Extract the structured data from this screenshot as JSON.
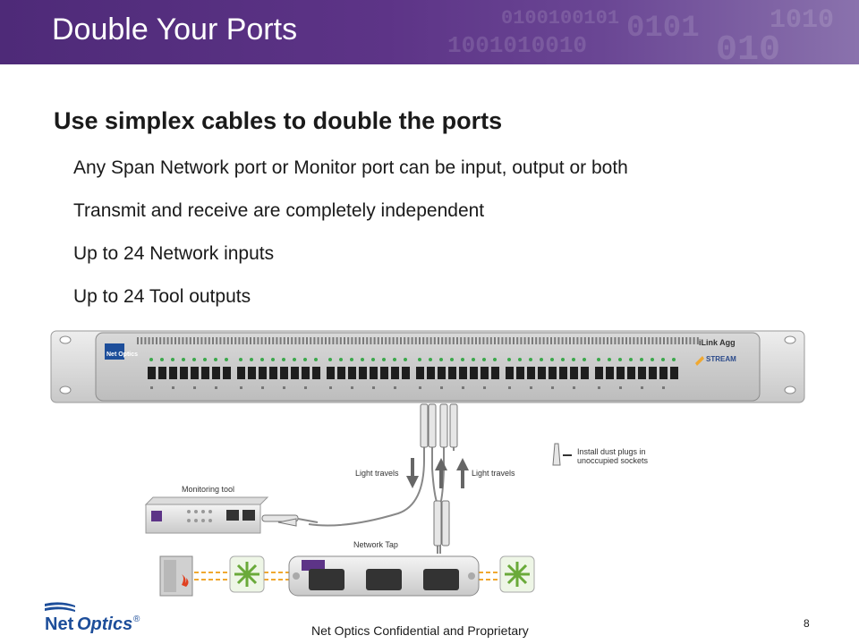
{
  "slide": {
    "title": "Double Your Ports",
    "heading": "Use simplex cables to double the ports",
    "bullets": [
      "Any Span Network port or Monitor port can be input, output or both",
      "Transmit and receive are completely independent",
      "Up to 24 Network inputs",
      "Up to 24 Tool outputs"
    ]
  },
  "diagram": {
    "device_brand": "Net Optics",
    "model_label": "iLink Agg",
    "stream_label": "STREAM",
    "light_travels_left": "Light travels",
    "light_travels_right": "Light travels",
    "dust_plugs_line1": "Install dust plugs in",
    "dust_plugs_line2": "unoccupied sockets",
    "monitoring_tool_label": "Monitoring tool",
    "network_tap_label": "Network Tap"
  },
  "footer": {
    "logo_text_net": "Net",
    "logo_text_optics": "Optics",
    "registered": "®",
    "confidential": "Net Optics Confidential and Proprietary",
    "page_number": "8"
  },
  "colors": {
    "header_purple": "#5d3487",
    "accent_yellow": "#f0a830",
    "logo_blue": "#1d4e9a"
  }
}
